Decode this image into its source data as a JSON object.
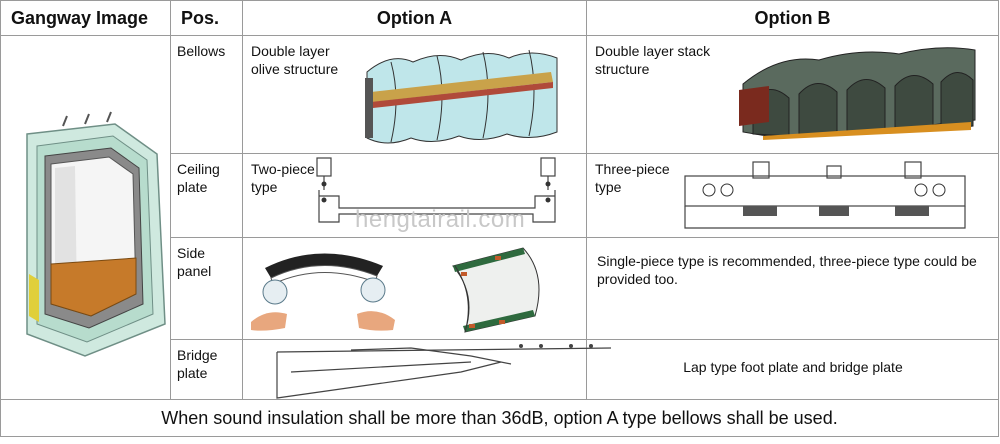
{
  "header": {
    "image_col": "Gangway Image",
    "pos_col": "Pos.",
    "option_a": "Option A",
    "option_b": "Option B"
  },
  "rows": [
    {
      "pos": "Bellows",
      "a_text": "Double layer olive structure",
      "b_text": "Double layer stack structure"
    },
    {
      "pos": "Ceiling plate",
      "a_text": "Two-piece type",
      "b_text": "Three-piece type"
    },
    {
      "pos": "Side panel",
      "note": "Single-piece type is recommended, three-piece type could be provided too."
    },
    {
      "pos": "Bridge plate",
      "note": "Lap type foot plate and bridge plate"
    }
  ],
  "footer": "When sound insulation shall be more than 36dB, option A type bellows shall be used.",
  "watermark": "hengtairail.com"
}
